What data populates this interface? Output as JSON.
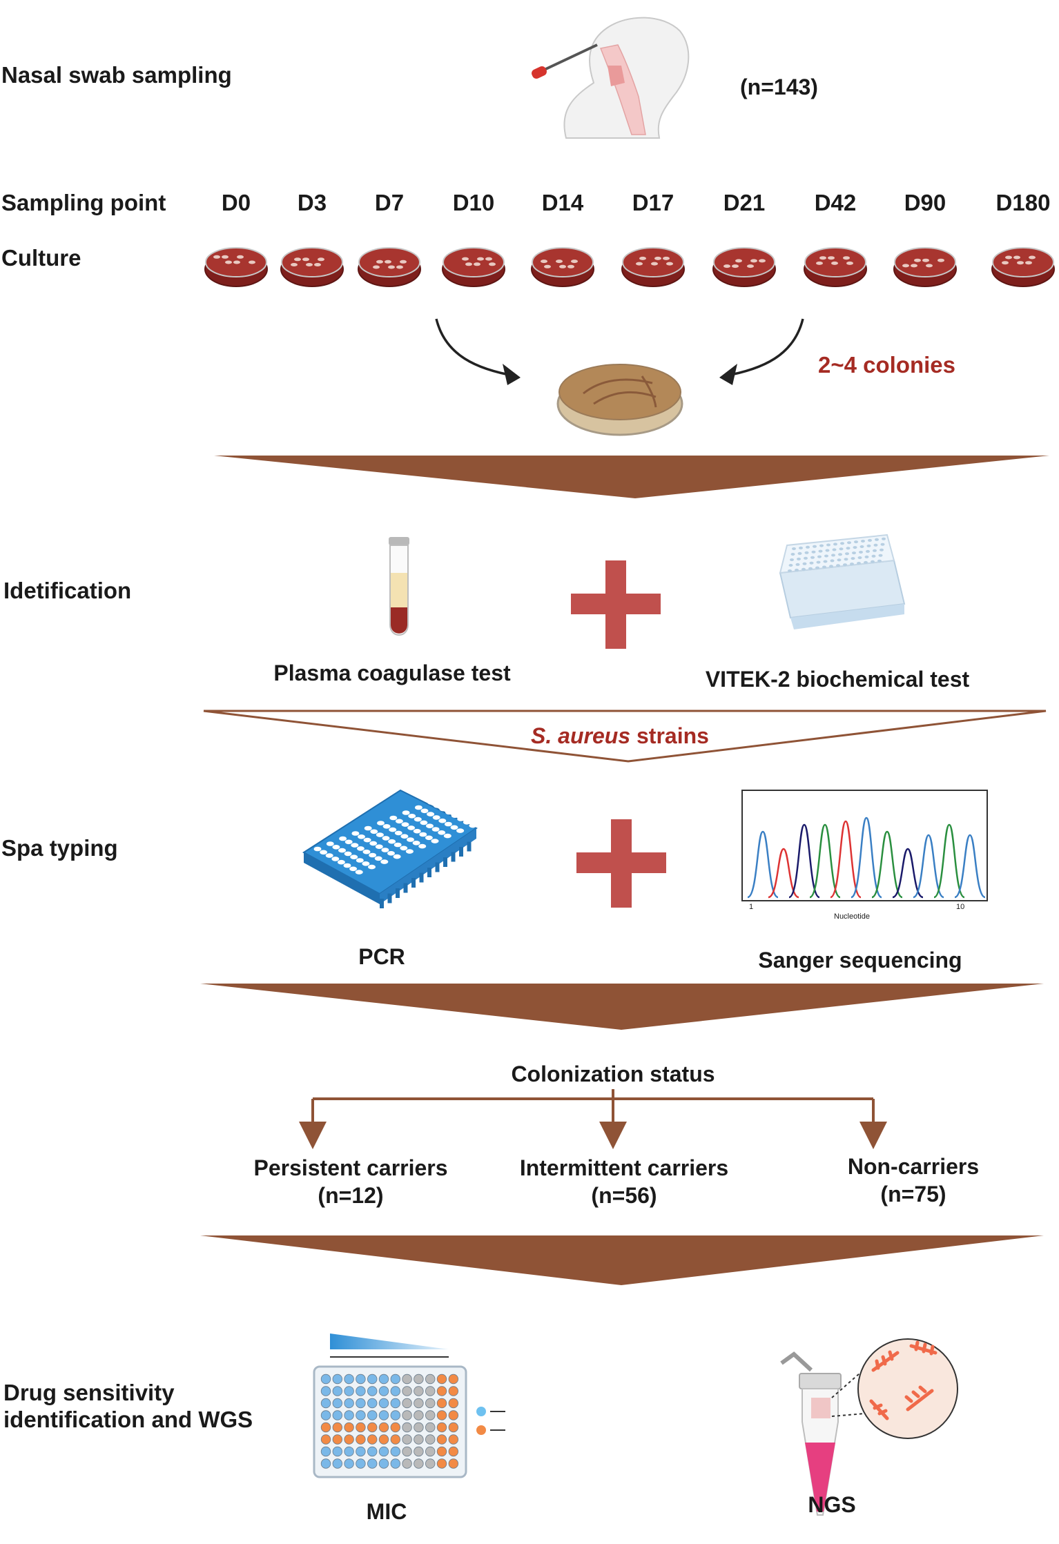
{
  "rows": {
    "sampling": "Nasal swab sampling",
    "sampling_point": "Sampling point",
    "culture": "Culture",
    "identification": "Idetification",
    "spa": "Spa typing",
    "drug_line1": "Drug sensitivity",
    "drug_line2": "identification and WGS"
  },
  "n_total": "(n=143)",
  "days": [
    "D0",
    "D3",
    "D7",
    "D10",
    "D14",
    "D17",
    "D21",
    "D42",
    "D90",
    "D180"
  ],
  "colonies": "2~4 colonies",
  "tests": {
    "coagulase": "Plasma coagulase test",
    "vitek": "VITEK-2 biochemical test"
  },
  "strains": {
    "species": "S. aureus",
    "suffix": " strains"
  },
  "typing": {
    "pcr": "PCR",
    "sanger": "Sanger sequencing"
  },
  "chromatogram": {
    "xlabel": "Nucleotide",
    "x_start": "1",
    "x_end": "10"
  },
  "colonization": {
    "title": "Colonization status",
    "groups": [
      {
        "name": "Persistent carriers",
        "n": "(n=12)"
      },
      {
        "name": "Intermittent carriers",
        "n": "(n=56)"
      },
      {
        "name": "Non-carriers",
        "n": "(n=75)"
      }
    ]
  },
  "outputs": {
    "mic": "MIC",
    "ngs": "NGS"
  },
  "colors": {
    "brown": "#8f5336",
    "red_accent": "#a52b23",
    "plus": "#c0504d",
    "dish": "#8e2a26",
    "well_blue": "#2f8fd6"
  }
}
